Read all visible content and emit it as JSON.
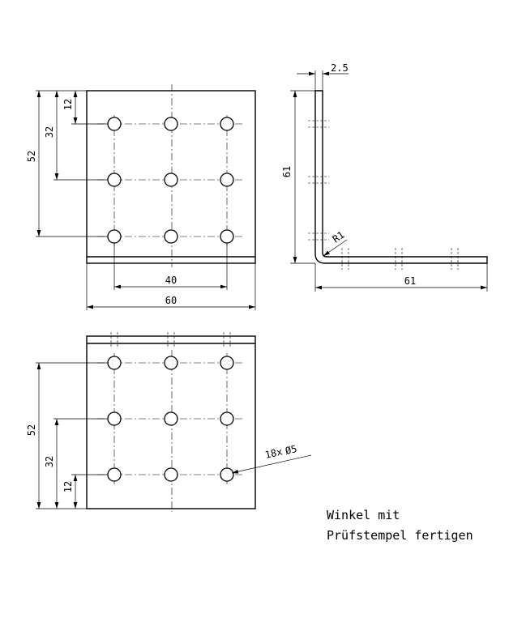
{
  "dimensions": {
    "top_view": {
      "d12": "12",
      "d32": "32",
      "d52": "52",
      "d40": "40",
      "d60": "60"
    },
    "side_view": {
      "thickness": "2.5",
      "height": "61",
      "radius": "R1",
      "length": "61"
    },
    "bottom_view": {
      "d52": "52",
      "d32": "32",
      "d12": "12",
      "holes": "18x",
      "hole_diameter": "Ø5"
    }
  },
  "note": {
    "line1": "Winkel mit",
    "line2": "Prüfstempel fertigen"
  }
}
